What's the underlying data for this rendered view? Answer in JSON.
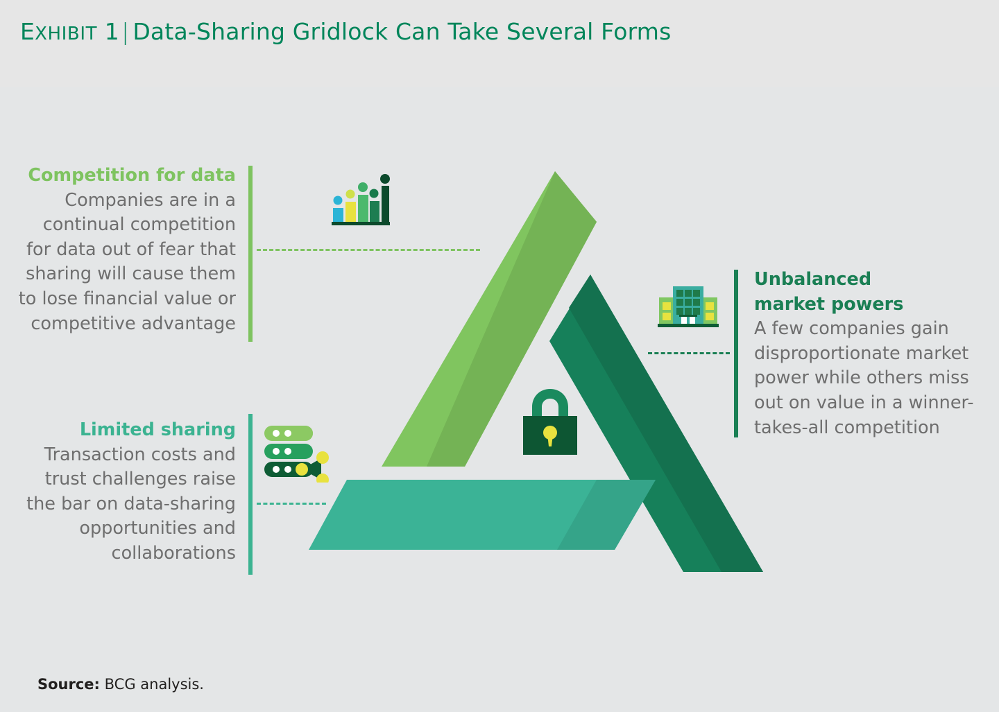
{
  "exhibit": {
    "label_first": "E",
    "label_rest": "XHIBIT",
    "number": " 1",
    "pipe": "|",
    "title": "Data-Sharing Gridlock Can Take Several Forms",
    "title_full": "EXHIBIT 1 | Data-Sharing Gridlock Can Take Several Forms"
  },
  "blocks": {
    "competition": {
      "heading": "Competition for data",
      "body": "Companies are in a\ncontinual competition\nfor data out of fear that\nsharing will cause them\nto lose financial value or\ncompetitive advantage",
      "accent_color": "#7ec360",
      "icon": "bar-chart-icon"
    },
    "limited": {
      "heading": "Limited sharing",
      "body": "Transaction costs and\ntrust challenges raise\nthe bar on data-sharing\nopportunities and\ncollaborations",
      "accent_color": "#3bb391",
      "icon": "server-share-icon"
    },
    "unbalanced": {
      "heading": "Unbalanced\nmarket powers",
      "body": "A few companies gain\ndisproportionate market\npower while others miss\nout on value in a winner-\ntakes-all competition",
      "accent_color": "#1a7f54",
      "icon": "office-building-icon"
    }
  },
  "artwork": {
    "name": "impossible-triangle-diagram",
    "center_icon": "padlock-icon",
    "strokes": [
      {
        "name": "left-stroke",
        "color": "#80c55f",
        "shade": "#6fae52"
      },
      {
        "name": "right-stroke",
        "color": "#16805a",
        "shade": "#13704f"
      },
      {
        "name": "base-stroke",
        "color": "#3bb396",
        "shade": "#35a489"
      }
    ]
  },
  "source": {
    "label": "Source:",
    "text": " BCG analysis."
  },
  "palette": {
    "background": "#e4e6e7",
    "header_background": "#e6e6e6",
    "title_green": "#00855a",
    "body_gray": "#6e6e6e",
    "light_green": "#7ec360",
    "mint_green": "#3bb391",
    "dark_green": "#1a7f54",
    "yellow": "#e8e23f",
    "cyan": "#2bb4d6"
  }
}
